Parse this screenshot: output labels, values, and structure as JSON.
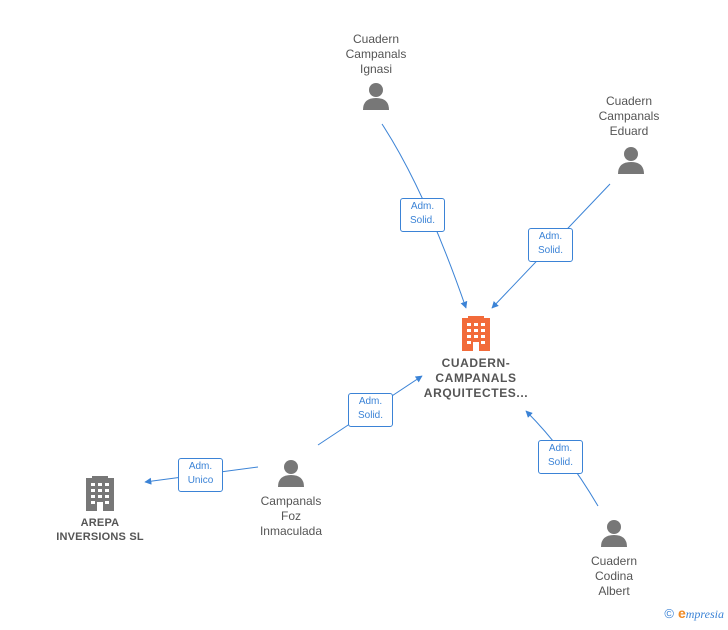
{
  "nodes": {
    "center": {
      "name": "CUADERN-\nCAMPANALS\nARQUITECTES..."
    },
    "ignasi": {
      "name": "Cuadern\nCampanals\nIgnasi"
    },
    "eduard": {
      "name": "Cuadern\nCampanals\nEduard"
    },
    "inmaculada": {
      "name": "Campanals\nFoz\nInmaculada"
    },
    "arepa": {
      "name": "AREPA\nINVERSIONS SL"
    },
    "albert": {
      "name": "Cuadern\nCodina\nAlbert"
    }
  },
  "edges": [
    {
      "id": "ignasi-center",
      "label": "Adm.\nSolid."
    },
    {
      "id": "eduard-center",
      "label": "Adm.\nSolid."
    },
    {
      "id": "inmaculada-center",
      "label": "Adm.\nSolid."
    },
    {
      "id": "inmaculada-arepa",
      "label": "Adm.\nUnico"
    },
    {
      "id": "albert-center",
      "label": "Adm.\nSolid."
    }
  ],
  "colors": {
    "edge": "#3b83d6",
    "center_company": "#f26b3a",
    "company": "#777777",
    "person": "#777777"
  },
  "footer": {
    "copyright": "©",
    "brand_initial": "e",
    "brand_rest": "mpresia"
  }
}
